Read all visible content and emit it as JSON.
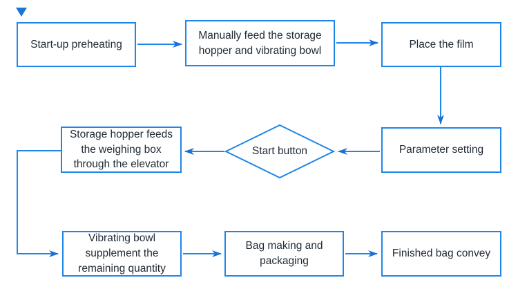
{
  "colors": {
    "accent": "#1e86e8",
    "arrowhead": "#1a70d4",
    "corner_marker": "#1976d2",
    "text": "#212b36",
    "background": "#ffffff"
  },
  "icons": {
    "corner_marker": "down-triangle-icon"
  },
  "flowchart": {
    "nodes": {
      "start_preheating": {
        "type": "process",
        "label": "Start-up preheating"
      },
      "manual_feed": {
        "type": "process",
        "label": "Manually feed the storage\nhopper and vibrating bowl"
      },
      "place_film": {
        "type": "process",
        "label": "Place the film"
      },
      "parameter_setting": {
        "type": "process",
        "label": "Parameter setting"
      },
      "start_button": {
        "type": "decision",
        "label": "Start button"
      },
      "storage_hopper": {
        "type": "process",
        "label": "Storage hopper feeds\nthe weighing box\nthrough the elevator"
      },
      "vibrating_bowl": {
        "type": "process",
        "label": "Vibrating bowl\nsupplement the\nremaining quantity"
      },
      "bag_making": {
        "type": "process",
        "label": "Bag making and\npackaging"
      },
      "finished_bag": {
        "type": "process",
        "label": "Finished bag convey"
      }
    },
    "edges": [
      {
        "from": "start_preheating",
        "to": "manual_feed"
      },
      {
        "from": "manual_feed",
        "to": "place_film"
      },
      {
        "from": "place_film",
        "to": "parameter_setting"
      },
      {
        "from": "parameter_setting",
        "to": "start_button"
      },
      {
        "from": "start_button",
        "to": "storage_hopper"
      },
      {
        "from": "storage_hopper",
        "to": "vibrating_bowl"
      },
      {
        "from": "vibrating_bowl",
        "to": "bag_making"
      },
      {
        "from": "bag_making",
        "to": "finished_bag"
      }
    ]
  }
}
